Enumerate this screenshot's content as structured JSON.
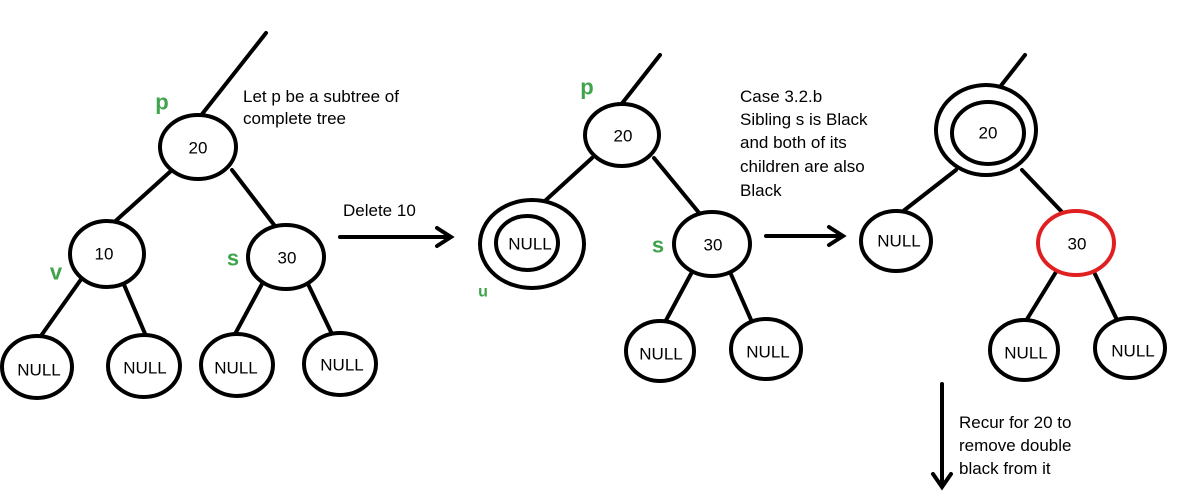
{
  "colors": {
    "pointer_label": "#3fa34d",
    "red_node": "#e02020",
    "black": "#000000"
  },
  "diagram_1": {
    "pointer_p": "p",
    "pointer_v": "v",
    "pointer_s": "s",
    "note": [
      "Let p be a subtree of",
      "complete tree"
    ],
    "node_root": "20",
    "node_left": "10",
    "node_right": "30",
    "leaf_1": "NULL",
    "leaf_2": "NULL",
    "leaf_3": "NULL",
    "leaf_4": "NULL"
  },
  "arrow_1_label": "Delete 10",
  "diagram_2": {
    "pointer_p": "p",
    "pointer_s": "s",
    "pointer_u": "u",
    "node_root": "20",
    "node_u": "NULL",
    "node_right": "30",
    "leaf_1": "NULL",
    "leaf_2": "NULL"
  },
  "case_note": [
    "Case 3.2.b",
    "Sibling s is Black",
    "and both of its",
    "children are also",
    "Black"
  ],
  "diagram_3": {
    "node_root": "20",
    "node_left": "NULL",
    "node_right": "30",
    "leaf_1": "NULL",
    "leaf_2": "NULL"
  },
  "recur_note": [
    "Recur for 20 to",
    "remove double",
    "black from it"
  ]
}
